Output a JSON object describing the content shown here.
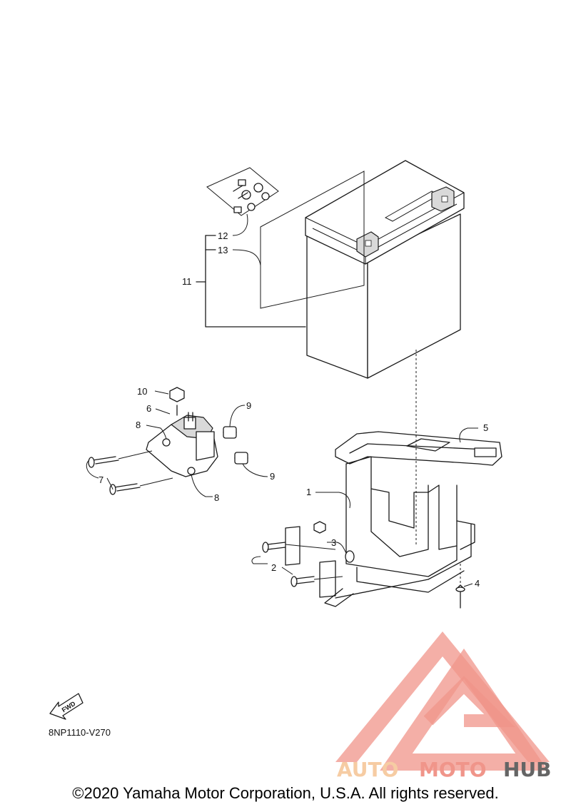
{
  "diagram_code": "8NP1110-V270",
  "copyright": "©2020 Yamaha Motor Corporation, U.S.A. All rights reserved.",
  "fwd_arrow_label": "FWD",
  "watermark": {
    "text_part1": "AUTO",
    "text_part2": "MOTO",
    "text_part3": "HUB",
    "color_light": "#f6c79a",
    "color_red": "#ef8a7e",
    "color_dark": "#555555"
  },
  "callouts": {
    "c1": "1",
    "c2": "2",
    "c3": "3",
    "c4": "4",
    "c5": "5",
    "c6": "6",
    "c7": "7",
    "c8a": "8",
    "c8b": "8",
    "c9a": "9",
    "c9b": "9",
    "c10": "10",
    "c11": "11",
    "c12": "12",
    "c13": "13"
  }
}
